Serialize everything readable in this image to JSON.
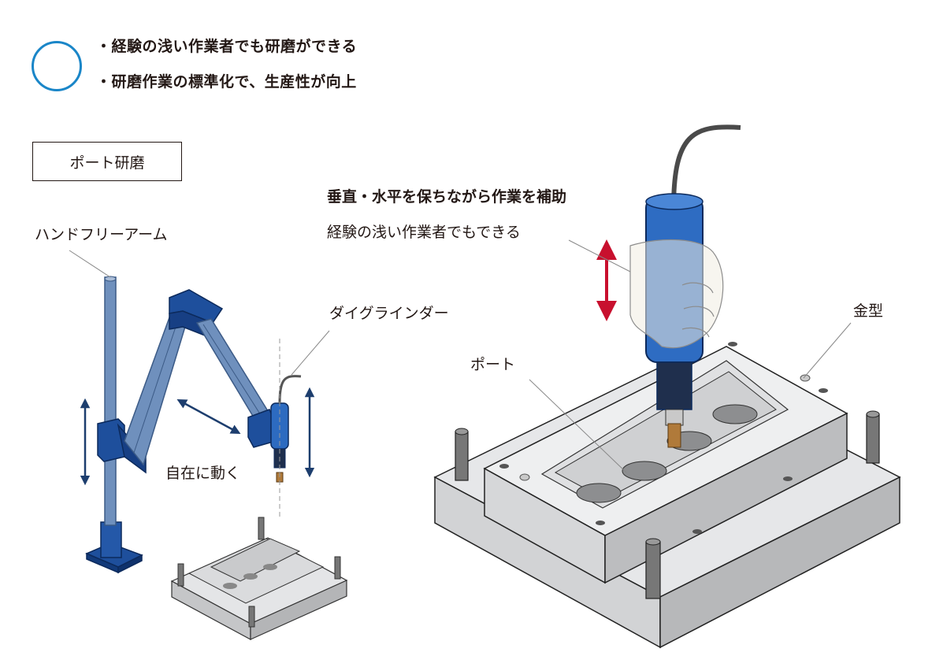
{
  "benefits": {
    "mark": "circle",
    "items": [
      "・経験の浅い作業者でも研磨ができる",
      "・研磨作業の標準化で、生産性が向上"
    ]
  },
  "section_tag": "ポート研磨",
  "labels": {
    "hands_free_arm": "ハンドフリーアーム",
    "die_grinder": "ダイグラインダー",
    "moves_freely": "自在に動く",
    "assist_headline": "垂直・水平を保ちながら作業を補助",
    "assist_sub": "経験の浅い作業者でもできる",
    "port": "ポート",
    "mold": "金型"
  },
  "colors": {
    "accent_circle": "#1a86c8",
    "arm_blue": "#1e4f9c",
    "arrow_navy": "#1d3e6e",
    "arrow_red": "#c8102e",
    "mold_gray": "#d4d5d7"
  }
}
